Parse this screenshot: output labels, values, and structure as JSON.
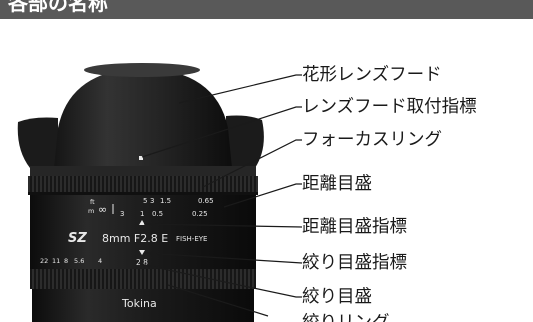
{
  "header": {
    "title": "各部の名称"
  },
  "lens": {
    "brand_mark": "SZ",
    "model": "8mm F2.8 E",
    "fisheye": "FISH-EYE",
    "maker": "Tokina",
    "dist_ft_unit": "ft",
    "dist_m_unit": "m",
    "dist_infinity": "∞",
    "dist_ft_values": [
      "5",
      "3",
      "1.5",
      "0.65"
    ],
    "dist_m_values": [
      "3",
      "1",
      "0.5",
      "0.25"
    ],
    "aperture_values": [
      "22",
      "11",
      "8",
      "5.6",
      "4",
      "2.8"
    ]
  },
  "callouts": [
    {
      "label": "花形レンズフード"
    },
    {
      "label": "レンズフード取付指標"
    },
    {
      "label": "フォーカスリング"
    },
    {
      "label": "距離目盛"
    },
    {
      "label": "距離目盛指標"
    },
    {
      "label": "絞り目盛指標"
    },
    {
      "label": "絞り目盛"
    },
    {
      "label": "絞りリング"
    }
  ],
  "colors": {
    "header_bg": "#595959",
    "lens_body": "#1c1c1c",
    "lens_text": "#e8e8e8",
    "leader": "#1a1a1a"
  }
}
